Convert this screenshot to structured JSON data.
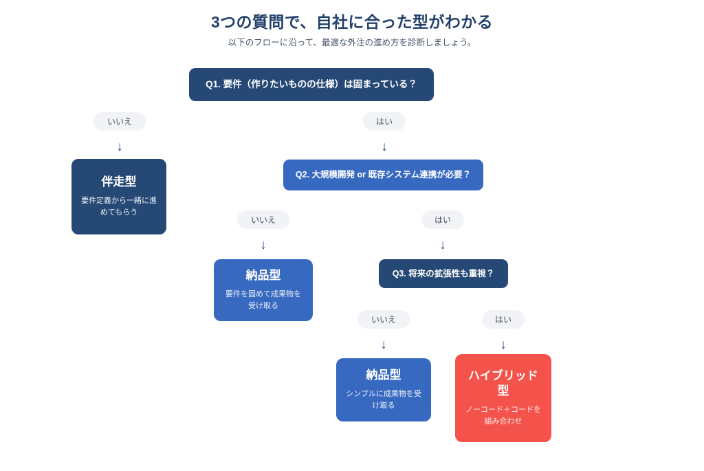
{
  "header": {
    "title": "3つの質問で、自社に合った型がわかる",
    "subtitle": "以下のフローに沿って、最適な外注の進め方を診断しましょう。"
  },
  "colors": {
    "navy": "#254875",
    "blue": "#3769c0",
    "red": "#f4534b",
    "pill_bg": "#f2f3f6",
    "pill_text": "#3f4a5a",
    "title_text": "#22416a",
    "subtitle_text": "#44546b",
    "arrow": "#2a4e7e",
    "page_bg": "#ffffff"
  },
  "flow": {
    "questions": [
      {
        "id": "q1",
        "label": "Q1. 要件（作りたいものの仕様）は固まっている？",
        "style": "navy"
      },
      {
        "id": "q2",
        "label": "Q2. 大規模開発 or 既存システム連携が必要？",
        "style": "blue"
      },
      {
        "id": "q3",
        "label": "Q3. 将来の拡張性も重視？",
        "style": "navy"
      }
    ],
    "branches": [
      {
        "id": "pill-q1-no",
        "label": "いいえ",
        "from": "q1",
        "arrow": "↓"
      },
      {
        "id": "pill-q1-yes",
        "label": "はい",
        "from": "q1",
        "arrow": "↓"
      },
      {
        "id": "pill-q2-no",
        "label": "いいえ",
        "from": "q2",
        "arrow": "↓"
      },
      {
        "id": "pill-q2-yes",
        "label": "はい",
        "from": "q2",
        "arrow": "↓"
      },
      {
        "id": "pill-q3-no",
        "label": "いいえ",
        "from": "q3",
        "arrow": "↓"
      },
      {
        "id": "pill-q3-yes",
        "label": "はい",
        "from": "q3",
        "arrow": "↓"
      }
    ],
    "results": [
      {
        "id": "card-banso",
        "title": "伴走型",
        "desc": "要件定義から一緒に進めてもらう",
        "style": "navy"
      },
      {
        "id": "card-nohin1",
        "title": "納品型",
        "desc": "要件を固めて成果物を受け取る",
        "style": "blue"
      },
      {
        "id": "card-nohin2",
        "title": "納品型",
        "desc": "シンプルに成果物を受け取る",
        "style": "blue"
      },
      {
        "id": "card-hybrid",
        "title": "ハイブリッド型",
        "desc": "ノーコード＋コードを組み合わせ",
        "style": "red"
      }
    ]
  }
}
